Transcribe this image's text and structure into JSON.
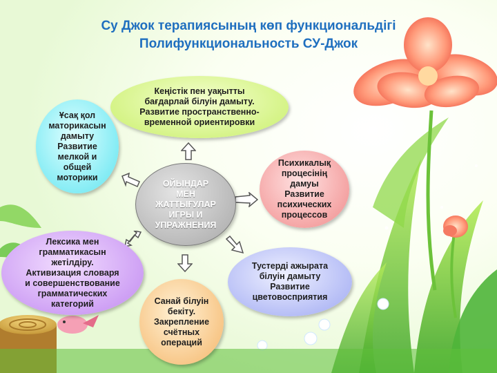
{
  "title": {
    "line1": "Су Джок терапиясының көп функциональдігі",
    "line2": "Полифункциональность  СУ-Джок"
  },
  "center": {
    "text": "ОЙЫНДАР\nМЕН\nЖАТТЫҒУЛАР\nИГРЫ И\nУПРАЖНЕНИЯ"
  },
  "nodes": {
    "top": "Кеңістік пен уақытты\nбағдарлай білуін дамыту.\nРазвитие пространственно-\nвременной ориентировки",
    "left": "Ұсақ қол\nматорикасын\nдамыту\nРазвитие\nмелкой и\nобщей\nмоторики",
    "right": "Психикалық\nпроцесінің\nдамуы\nРазвитие\nпсихических\nпроцессов",
    "left_bottom": "Лексика мен\nграмматикасын\nжетілдіру.\nАктивизация словаря\nи совершенствование\nграмматических\nкатегорий",
    "bottom": "Санай білуін\nбекіту.\nЗакрепление\nсчётных\nопераций",
    "right_bottom": "Тустерді ажырата\nбілуін дамыту\nРазвитие\nцветовосприятия"
  }
}
